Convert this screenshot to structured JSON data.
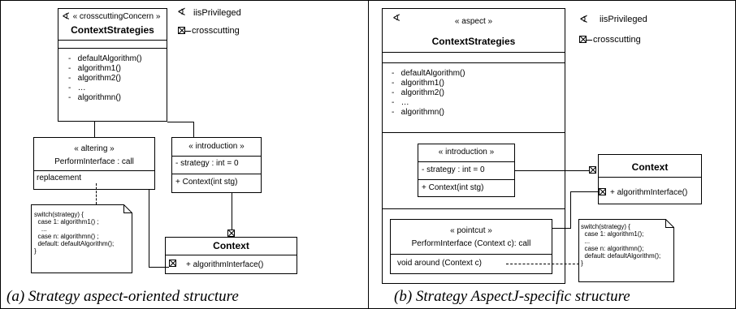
{
  "legend": {
    "privileged": "iisPrivileged",
    "crosscutting": "crosscutting"
  },
  "privileged_glyph": "∢",
  "crosscutting_icon": "crosscutting-box-icon",
  "panel_a": {
    "caption": "(a) Strategy aspect-oriented structure",
    "strategies": {
      "stereotype": "« crosscuttingConcern »",
      "name": "ContextStrategies",
      "methods": [
        "-   defaultAlgorithm()",
        "-   algorithm1()",
        "-   algorithm2()",
        "-   …",
        "-   algorithmn()"
      ]
    },
    "altering": {
      "stereotype": "« altering »",
      "name": "PerformInterface : call",
      "member": "replacement"
    },
    "introduction": {
      "stereotype": "« introduction »",
      "attribute": "- strategy : int = 0",
      "constructor": "+ Context(int stg)"
    },
    "context": {
      "name": "Context",
      "method": "+ algorithmInterface()"
    },
    "note": [
      "switch(strategy) {",
      "  case 1: algorithm1() ;",
      "    ...",
      "  case n: algorithmn() ;",
      "  default: defaultAlgorithm();",
      "}"
    ]
  },
  "panel_b": {
    "caption": "(b) Strategy AspectJ-specific structure",
    "strategies": {
      "stereotype": "« aspect »",
      "name": "ContextStrategies",
      "methods": [
        "-   defaultAlgorithm()",
        "-   algorithm1()",
        "-   algorithm2()",
        "-   …",
        "-   algorithmn()"
      ]
    },
    "introduction": {
      "stereotype": "« introduction »",
      "attribute": "- strategy : int = 0",
      "constructor": "+ Context(int stg)"
    },
    "pointcut": {
      "stereotype": "« pointcut »",
      "name": "PerformInterface (Context c): call",
      "advice": "void around (Context c)"
    },
    "context": {
      "name": "Context",
      "method": "+ algorithmInterface()"
    },
    "note": [
      "switch(strategy) {",
      "  case 1: algorithm1();",
      "  ...",
      "  case n: algorithmn();",
      "  default: defaultAlgorithm();",
      "}"
    ]
  }
}
